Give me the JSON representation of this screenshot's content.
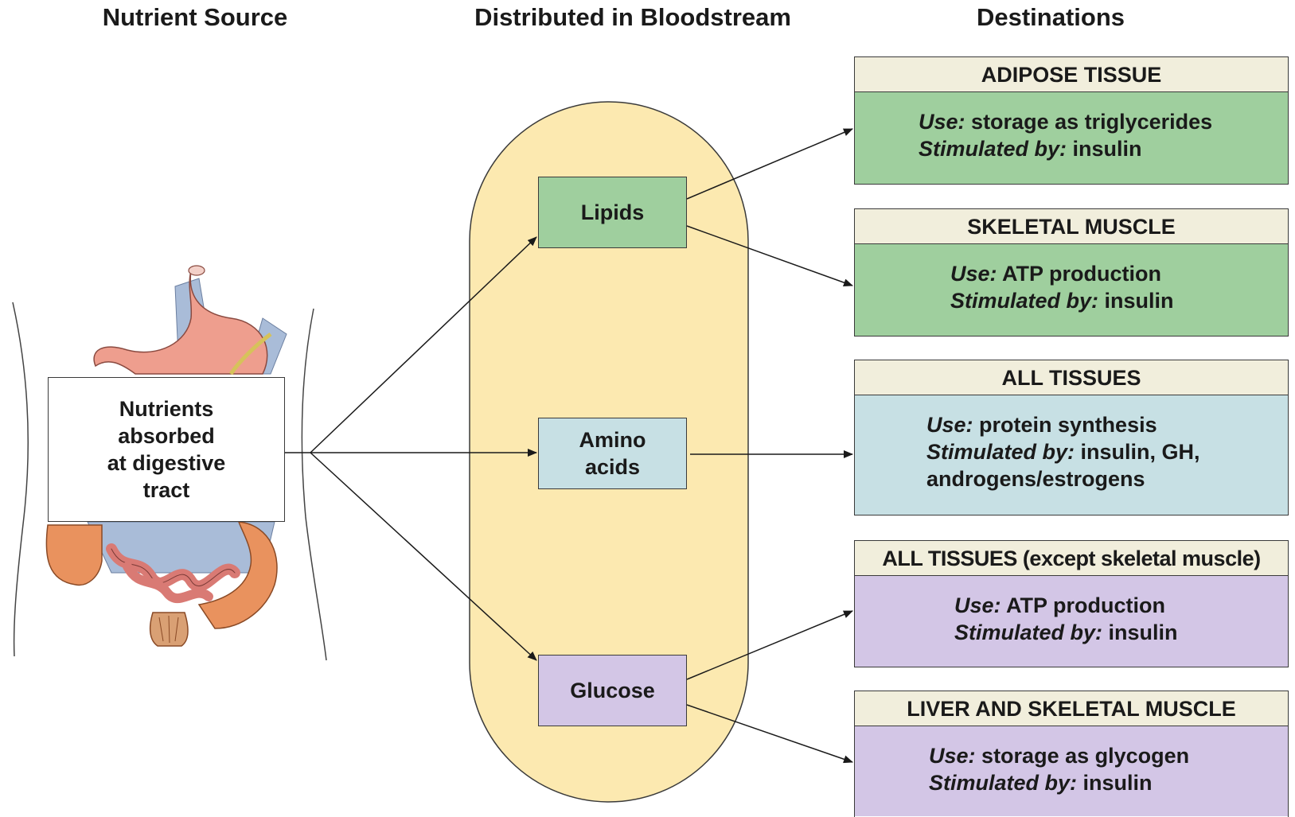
{
  "headers": {
    "source": "Nutrient Source",
    "bloodstream": "Distributed in Bloodstream",
    "destinations": "Destinations"
  },
  "source": {
    "lines": [
      "Nutrients",
      "absorbed",
      "at digestive",
      "tract"
    ]
  },
  "nutrients": {
    "lipids": "Lipids",
    "amino": [
      "Amino",
      "acids"
    ],
    "glucose": "Glucose"
  },
  "destinations": [
    {
      "title": "ADIPOSE TISSUE",
      "use_label": "Use:",
      "use": "storage as triglycerides",
      "stim_label": "Stimulated by:",
      "stim": "insulin"
    },
    {
      "title": "SKELETAL MUSCLE",
      "use_label": "Use:",
      "use": "ATP production",
      "stim_label": "Stimulated by:",
      "stim": "insulin"
    },
    {
      "title": "ALL TISSUES",
      "use_label": "Use:",
      "use": "protein synthesis",
      "stim_label": "Stimulated by:",
      "stim": "insulin, GH,",
      "stim_extra": "androgens/estrogens"
    },
    {
      "title": "ALL TISSUES (except skeletal muscle)",
      "use_label": "Use:",
      "use": "ATP production",
      "stim_label": "Stimulated by:",
      "stim": "insulin"
    },
    {
      "title": "LIVER AND SKELETAL MUSCLE",
      "use_label": "Use:",
      "use": "storage as glycogen",
      "stim_label": "Stimulated by:",
      "stim": "insulin"
    }
  ],
  "colors": {
    "bloodstream_fill": "#fce9b0",
    "lipid_green": "#9fcf9e",
    "amino_blue": "#c7e0e4",
    "glucose_purple": "#d3c6e6",
    "title_band": "#f1eedc",
    "stomach_pink": "#ee9e8e",
    "intestine_orange": "#e9925e"
  }
}
